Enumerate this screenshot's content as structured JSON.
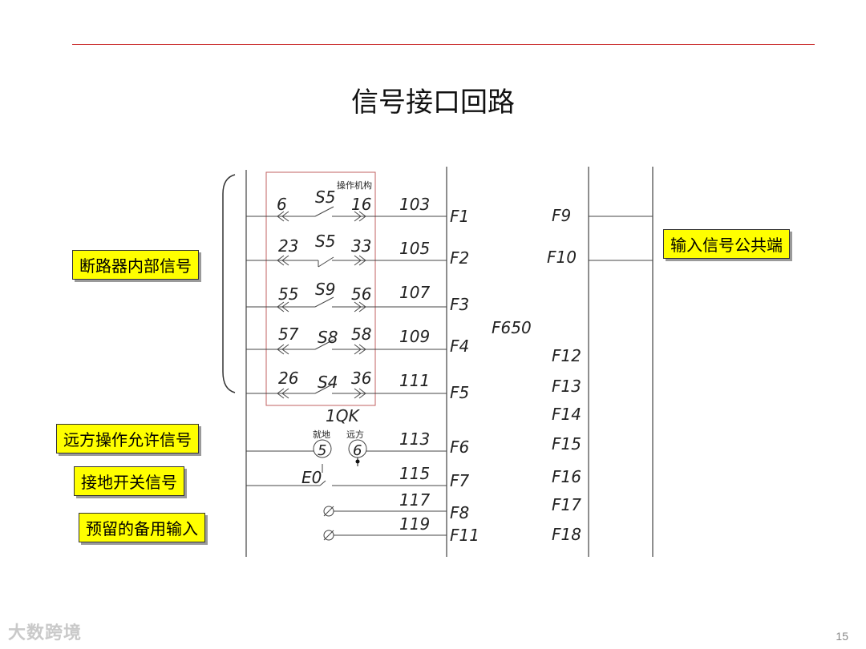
{
  "title": "信号接口回路",
  "labels": {
    "breaker_internal": "断路器内部信号",
    "remote_allow": "远方操作允许信号",
    "ground_switch": "接地开关信号",
    "spare_input": "预留的备用输入",
    "common_end": "输入信号公共端"
  },
  "diagram": {
    "mechanism_label": "操作机构",
    "switch_1qk": "1QK",
    "local_label": "就地",
    "remote_label": "远方",
    "pos_local": "5",
    "pos_remote": "6",
    "device": "F650",
    "rows": [
      {
        "left": "6",
        "sw": "S5",
        "right": "16",
        "wire": "103",
        "term": "F1"
      },
      {
        "left": "23",
        "sw": "S5",
        "right": "33",
        "wire": "105",
        "term": "F2"
      },
      {
        "left": "55",
        "sw": "S9",
        "right": "56",
        "wire": "107",
        "term": "F3"
      },
      {
        "left": "57",
        "sw": "S8",
        "right": "58",
        "wire": "109",
        "term": "F4"
      },
      {
        "left": "26",
        "sw": "S4",
        "right": "36",
        "wire": "111",
        "term": "F5"
      }
    ],
    "wire_f6": "113",
    "term_f6": "F6",
    "ground_sw": "E0",
    "wire_f7": "115",
    "term_f7": "F7",
    "wire_f8": "117",
    "term_f8": "F8",
    "wire_f11": "119",
    "term_f11": "F11",
    "right_terms": [
      "F9",
      "F10",
      "F12",
      "F13",
      "F14",
      "F15",
      "F16",
      "F17",
      "F18"
    ]
  },
  "page_number": "15",
  "watermark": "大数跨境"
}
